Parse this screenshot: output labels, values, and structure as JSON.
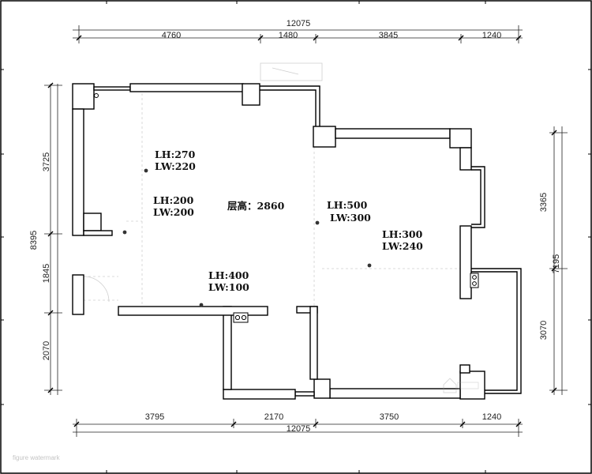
{
  "dimensions": {
    "top_total": "12075",
    "top_segments": [
      "4760",
      "1480",
      "3845",
      "1240"
    ],
    "bottom_total": "12075",
    "bottom_segments": [
      "3795",
      "2170",
      "3750",
      "1240"
    ],
    "left_total": "8395",
    "left_segments": [
      "3725",
      "1845",
      "2070"
    ],
    "right_total": "7195",
    "right_segments": [
      "3365",
      "3070"
    ]
  },
  "labels": {
    "ceiling_height": "层高：2860",
    "beam_1": {
      "lh": "LH:270",
      "lw": "LW:220"
    },
    "beam_2": {
      "lh": "LH:200",
      "lw": "LW:200"
    },
    "beam_3": {
      "lh": "LH:500",
      "lw": "LW:300"
    },
    "beam_4": {
      "lh": "LH:300",
      "lw": "LW:240"
    },
    "beam_5": {
      "lh": "LH:400",
      "lw": "LW:100"
    }
  },
  "watermark": "figure watermark",
  "colors": {
    "ink": "#111111",
    "guide": "#cfcfcf",
    "border": "#000000"
  }
}
